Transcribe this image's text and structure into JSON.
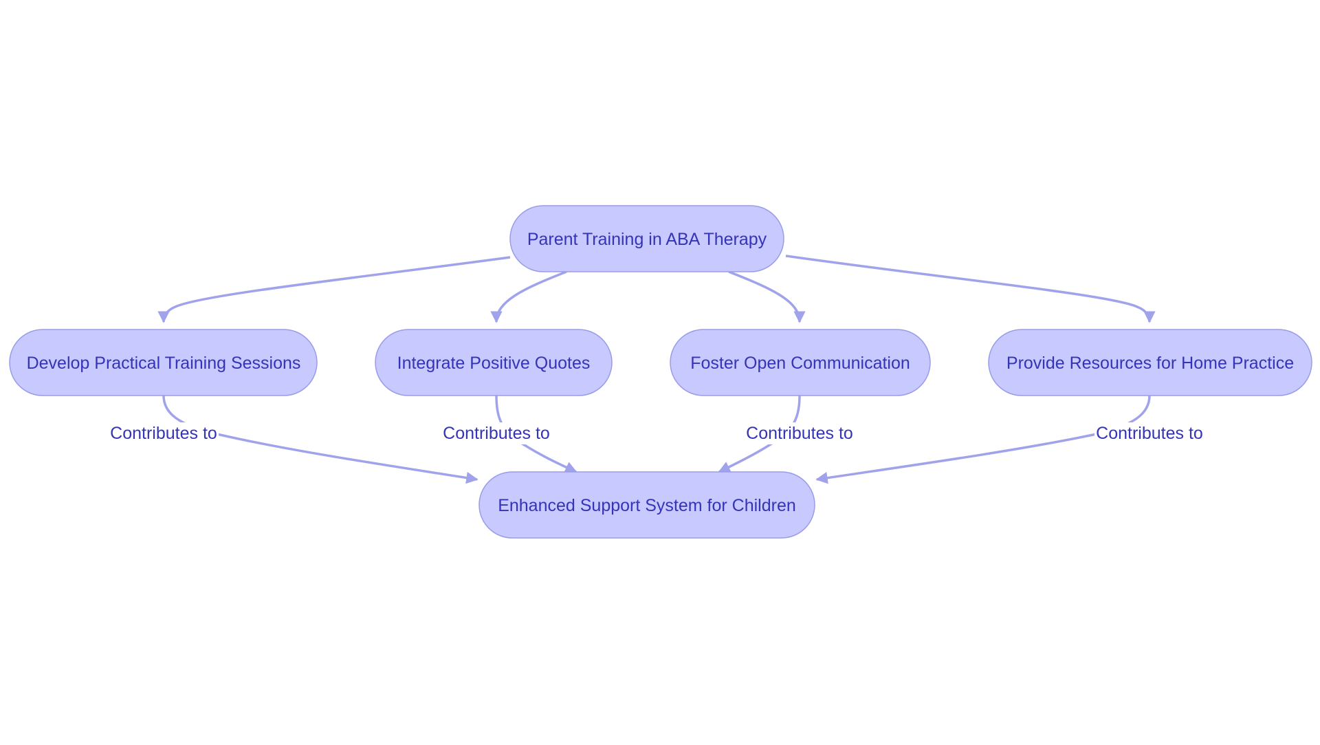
{
  "colors": {
    "node_fill": "#c8c9ff",
    "node_stroke": "#9a9ce8",
    "node_text": "#3434b8",
    "edge": "#a0a2ec",
    "background": "#ffffff"
  },
  "diagram": {
    "nodes": {
      "root": {
        "label": "Parent Training in ABA Therapy"
      },
      "sessions": {
        "label": "Develop Practical Training Sessions"
      },
      "quotes": {
        "label": "Integrate Positive Quotes"
      },
      "communication": {
        "label": "Foster Open Communication"
      },
      "resources": {
        "label": "Provide Resources for Home Practice"
      },
      "outcome": {
        "label": "Enhanced Support System for Children"
      }
    },
    "edges": [
      {
        "from": "root",
        "to": "sessions",
        "label": ""
      },
      {
        "from": "root",
        "to": "quotes",
        "label": ""
      },
      {
        "from": "root",
        "to": "communication",
        "label": ""
      },
      {
        "from": "root",
        "to": "resources",
        "label": ""
      },
      {
        "from": "sessions",
        "to": "outcome",
        "label": "Contributes to"
      },
      {
        "from": "quotes",
        "to": "outcome",
        "label": "Contributes to"
      },
      {
        "from": "communication",
        "to": "outcome",
        "label": "Contributes to"
      },
      {
        "from": "resources",
        "to": "outcome",
        "label": "Contributes to"
      }
    ]
  }
}
